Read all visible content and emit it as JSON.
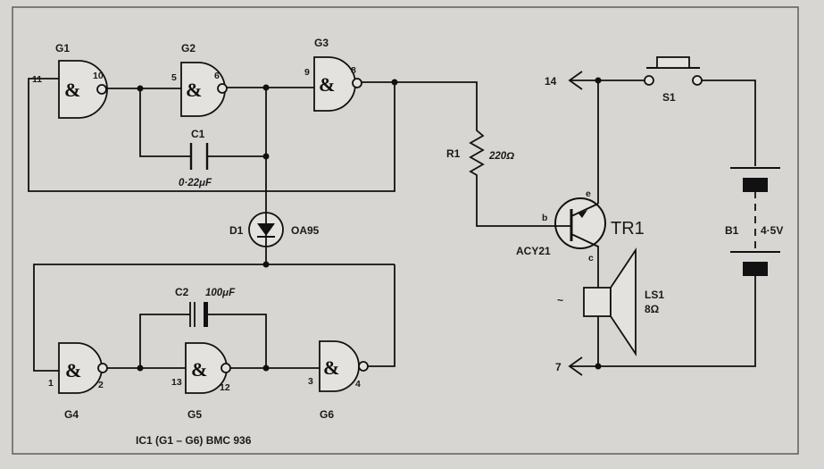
{
  "gates": [
    {
      "name": "G1",
      "in_pin": "11",
      "out_pin": "10",
      "symbol": "&"
    },
    {
      "name": "G2",
      "in_pin": "5",
      "out_pin": "6",
      "symbol": "&"
    },
    {
      "name": "G3",
      "in_pin": "9",
      "out_pin": "8",
      "symbol": "&"
    },
    {
      "name": "G4",
      "in_pin": "1",
      "out_pin": "2",
      "symbol": "&"
    },
    {
      "name": "G5",
      "in_pin": "13",
      "out_pin": "12",
      "symbol": "&"
    },
    {
      "name": "G6",
      "in_pin": "3",
      "out_pin": "4",
      "symbol": "&"
    }
  ],
  "c1": {
    "name": "C1",
    "value": "0·22μF"
  },
  "c2": {
    "name": "C2",
    "value": "100μF"
  },
  "d1": {
    "name": "D1",
    "value": "OA95"
  },
  "r1": {
    "name": "R1",
    "value": "220Ω"
  },
  "tr1": {
    "name": "TR1",
    "type": "ACY21",
    "base": "b",
    "emitter": "e",
    "collector": "c"
  },
  "ls1": {
    "name": "LS1",
    "value": "8Ω"
  },
  "s1": {
    "name": "S1"
  },
  "b1": {
    "name": "B1",
    "value": "4·5V"
  },
  "pins": {
    "supply": "14",
    "ground": "7"
  },
  "ic_note": "IC1 (G1 – G6)  BMC 936",
  "speaker_mark": "~"
}
